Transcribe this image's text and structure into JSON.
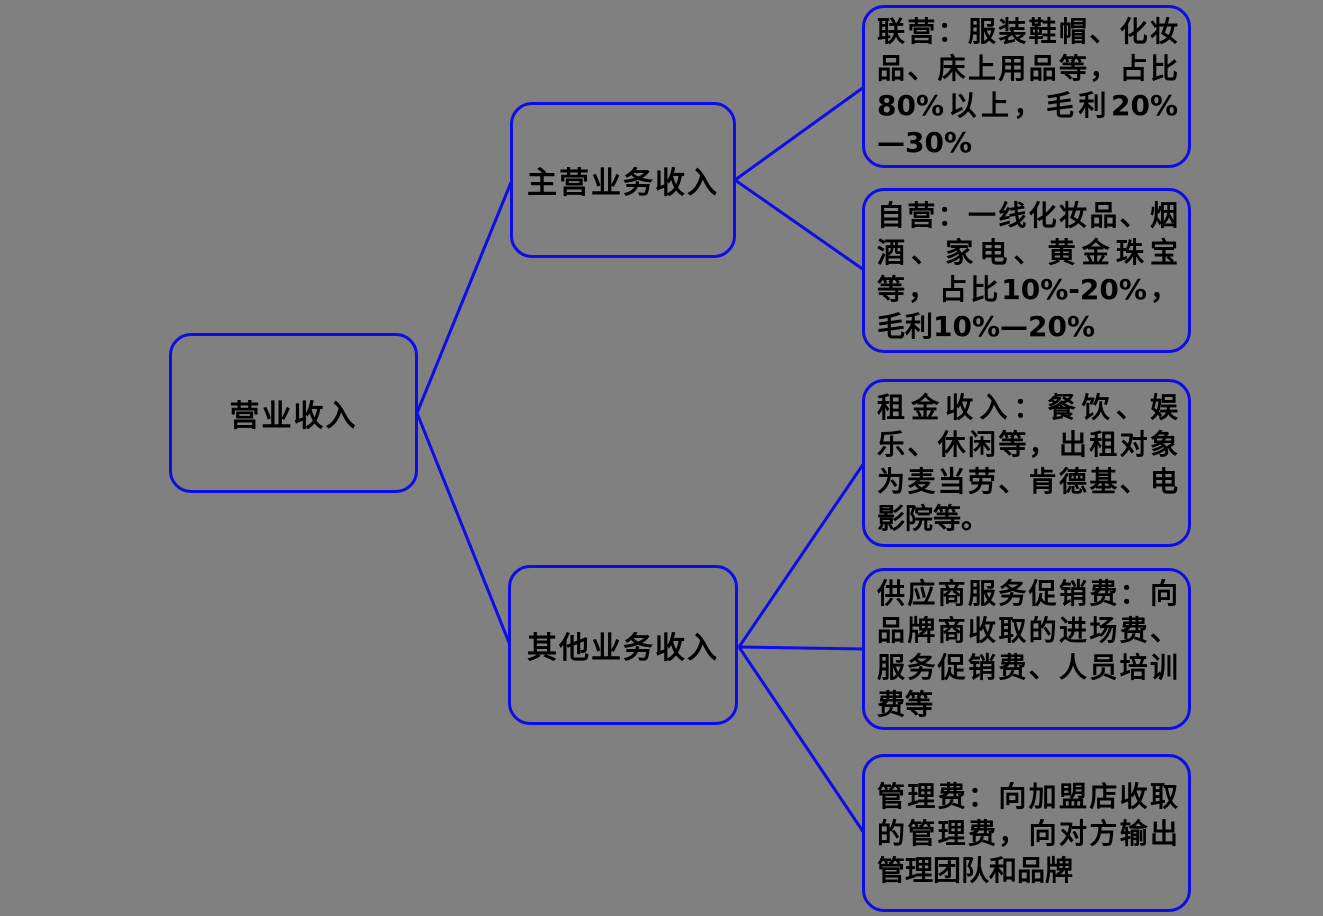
{
  "diagram": {
    "type": "tree",
    "colors": {
      "background": "#808080",
      "node_border": "#0d0de8",
      "connector": "#0d0de8",
      "text": "#000000"
    },
    "nodes": {
      "root": "营业收入",
      "main_revenue": "主营业务收入",
      "other_revenue": "其他业务收入",
      "joint_operation": "联营：服装鞋帽、化妆品、床上用品等，占比80%以上，毛利20%—30%",
      "self_operation": "自营：一线化妆品、烟酒、家电、黄金珠宝等，占比10%-20%，毛利10%—20%",
      "rental_income": "租金收入：餐饮、娱乐、休闲等，出租对象为麦当劳、肯德基、电影院等。",
      "supplier_service_fee": "供应商服务促销费：向品牌商收取的进场费、服务促销费、人员培训费等",
      "management_fee": "管理费：向加盟店收取的管理费，向对方输出管理团队和品牌"
    },
    "edges": [
      {
        "from": "root",
        "to": "main_revenue"
      },
      {
        "from": "root",
        "to": "other_revenue"
      },
      {
        "from": "main_revenue",
        "to": "joint_operation"
      },
      {
        "from": "main_revenue",
        "to": "self_operation"
      },
      {
        "from": "other_revenue",
        "to": "rental_income"
      },
      {
        "from": "other_revenue",
        "to": "supplier_service_fee"
      },
      {
        "from": "other_revenue",
        "to": "management_fee"
      }
    ]
  }
}
